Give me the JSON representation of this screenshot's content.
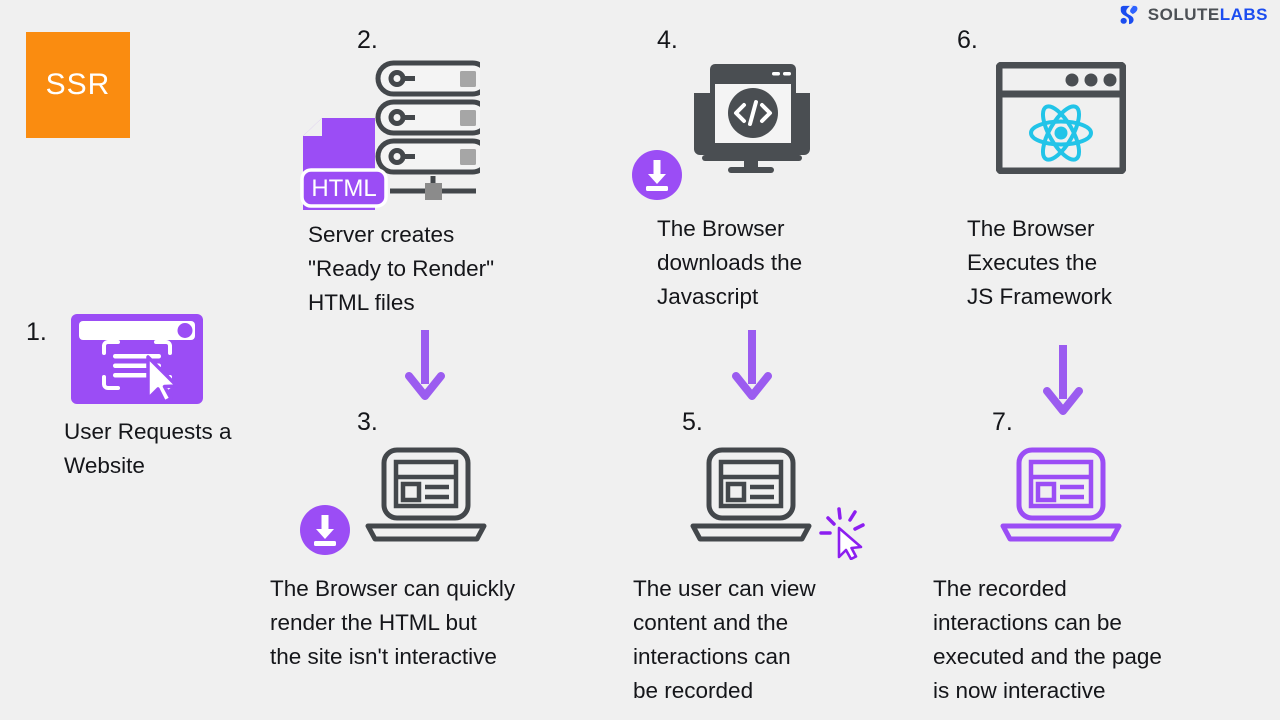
{
  "brand": {
    "name_part1": "SOLUTE",
    "name_part2": "LABS",
    "logo_icon": "solutelabs-mark-icon",
    "color_dark": "#4c5055",
    "color_blue": "#1b4df0"
  },
  "badge": {
    "label": "SSR",
    "background": "#fa8c10",
    "text_color": "#ffffff"
  },
  "theme": {
    "background": "#f0f0f0",
    "purple": "#9b4df5",
    "arrow_purple": "#9b5cf0",
    "dark_gray": "#43474b",
    "react_cyan": "#22c4e8",
    "text": "#15161a"
  },
  "steps": [
    {
      "number": "1.",
      "caption": "User Requests a\nWebsite",
      "icon": "browser-window-purple-cursor-icon"
    },
    {
      "number": "2.",
      "caption": "Server creates\n\"Ready to Render\"\nHTML files",
      "icon": "server-rack-with-html-file-icon",
      "file_label": "HTML"
    },
    {
      "number": "3.",
      "caption": "The Browser can quickly\nrender the HTML but\nthe site isn't interactive",
      "icon": "laptop-wireframe-dark-icon",
      "badge_icon": "download-badge-icon"
    },
    {
      "number": "4.",
      "caption": "The Browser\ndownloads the\nJavascript",
      "icon": "monitor-code-brackets-icon",
      "badge_icon": "download-badge-icon"
    },
    {
      "number": "5.",
      "caption": "The user can view\ncontent and the\ninteractions can\nbe recorded",
      "icon": "laptop-wireframe-dark-icon",
      "extra_icon": "click-cursor-purple-icon"
    },
    {
      "number": "6.",
      "caption": "The Browser\nExecutes the\nJS Framework",
      "icon": "browser-window-react-logo-icon"
    },
    {
      "number": "7.",
      "caption": "The recorded\ninteractions can be\nexecuted and the page\nis now interactive",
      "icon": "laptop-wireframe-purple-icon"
    }
  ],
  "arrows": [
    {
      "name": "arrow-step2-to-step3",
      "direction": "down"
    },
    {
      "name": "arrow-step4-to-step5",
      "direction": "down"
    },
    {
      "name": "arrow-step6-to-step7",
      "direction": "down"
    }
  ]
}
